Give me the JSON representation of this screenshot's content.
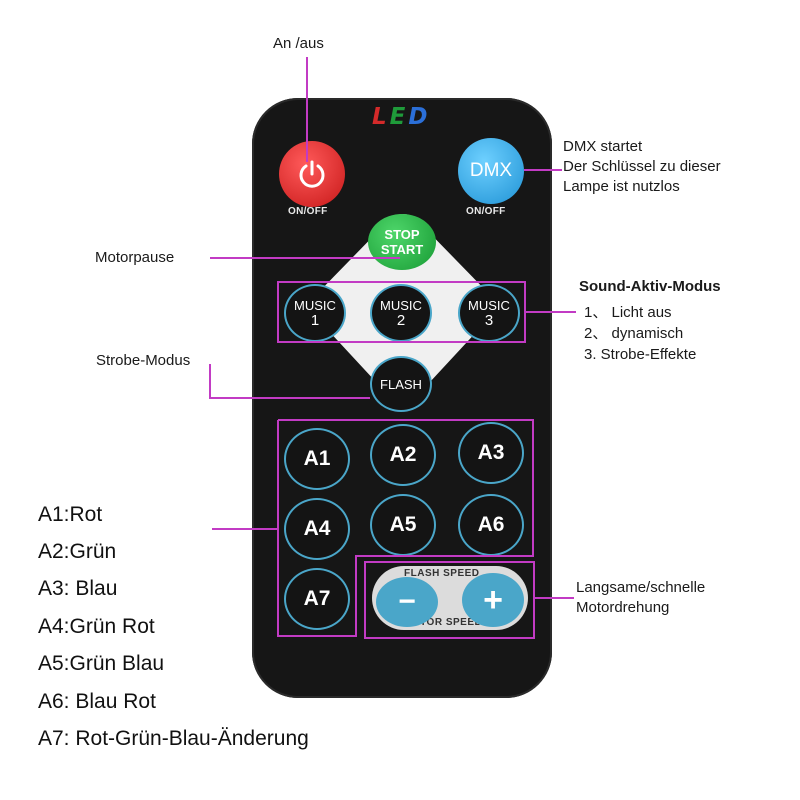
{
  "remote": {
    "logo": {
      "l": "L",
      "e": "E",
      "d": "D"
    },
    "power_caption": "ON/OFF",
    "dmx_label": "DMX",
    "dmx_caption": "ON/OFF",
    "stop_start": [
      "STOP",
      "START"
    ],
    "music_buttons": [
      {
        "line1": "MUSIC",
        "line2": "1"
      },
      {
        "line1": "MUSIC",
        "line2": "2"
      },
      {
        "line1": "MUSIC",
        "line2": "3"
      }
    ],
    "flash_label": "FLASH",
    "a_buttons": [
      "A1",
      "A2",
      "A3",
      "A4",
      "A5",
      "A6",
      "A7"
    ],
    "flash_speed_label": "FLASH SPEED",
    "motor_speed_label": "MOTOR SPEED",
    "minus_symbol": "−",
    "plus_symbol": "+"
  },
  "callouts": {
    "power": "An /aus",
    "dmx": [
      "DMX startet",
      "Der Schlüssel zu dieser",
      "Lampe ist nutzlos"
    ],
    "motor_pause": "Motorpause",
    "sound_title": "Sound-Aktiv-Modus",
    "sound_items": [
      "1、 Licht aus",
      "2、 dynamisch",
      "3. Strobe-Effekte"
    ],
    "strobe": "Strobe-Modus",
    "speed": [
      "Langsame/schnelle",
      "Motordrehung"
    ]
  },
  "legend": [
    "A1:Rot",
    "A2:Grün",
    "A3: Blau",
    "A4:Grün Rot",
    "A5:Grün Blau",
    "A6: Blau Rot",
    "A7: Rot-Grün-Blau-Änderung"
  ],
  "colors": {
    "callout_line": "#c23bc4",
    "remote_body": "#161616",
    "button_ring": "#4aa6c9",
    "power_button": "#e02020",
    "dmx_button": "#35b0ea",
    "stop_button": "#22b040"
  }
}
